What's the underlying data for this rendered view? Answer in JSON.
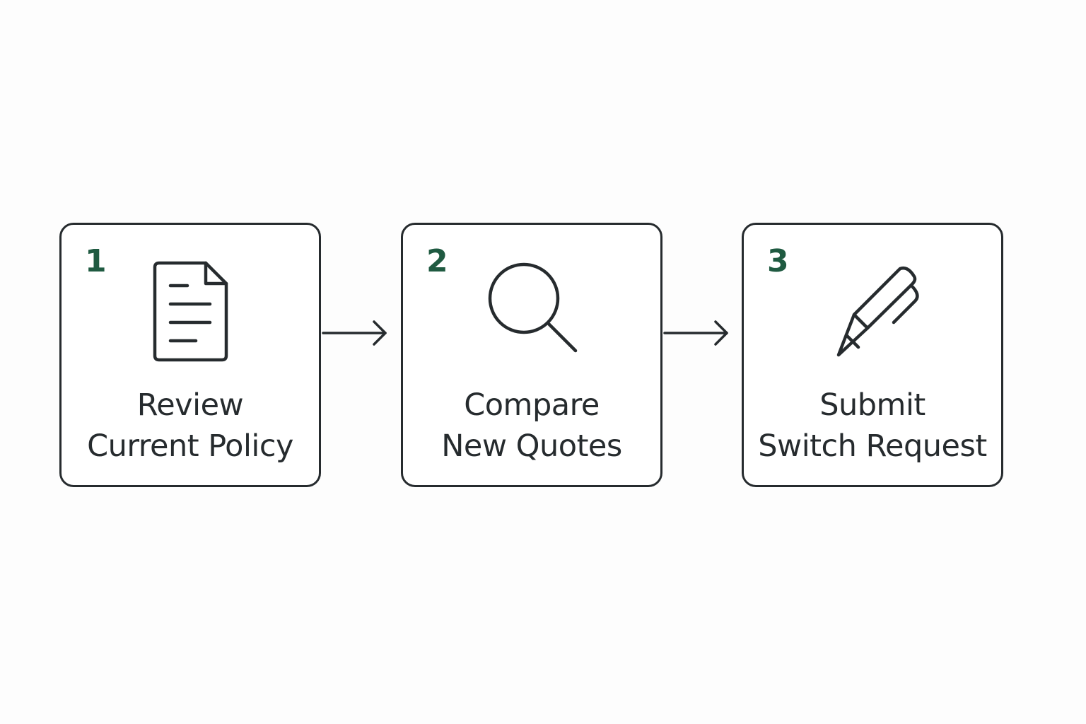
{
  "steps": [
    {
      "number": "1",
      "line1": "Review",
      "line2": "Current Policy",
      "icon": "document-icon"
    },
    {
      "number": "2",
      "line1": "Compare",
      "line2": "New Quotes",
      "icon": "magnifier-icon"
    },
    {
      "number": "3",
      "line1": "Submit",
      "line2": "Switch Request",
      "icon": "pen-icon"
    }
  ],
  "colors": {
    "number_accent": "#1f5a41",
    "stroke": "#262b2e",
    "background": "#fdfdfd"
  }
}
